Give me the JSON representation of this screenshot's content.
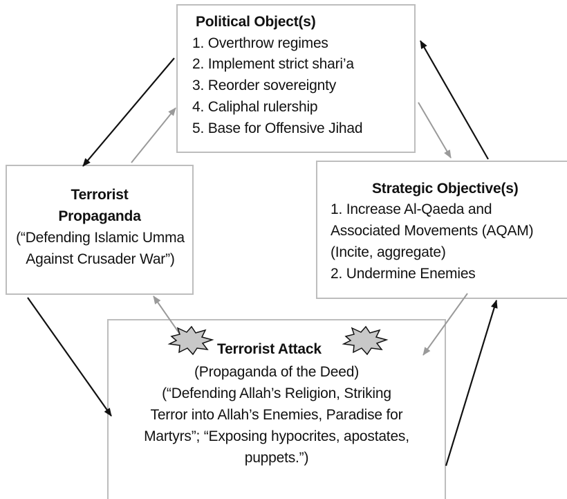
{
  "political": {
    "title": "Political Object(s)",
    "items": [
      "1. Overthrow regimes",
      "2. Implement strict shari’a",
      "3. Reorder sovereignty",
      "4. Caliphal rulership",
      "5. Base for Offensive Jihad"
    ]
  },
  "propaganda": {
    "title_line1": "Terrorist",
    "title_line2": "Propaganda",
    "line1": "(“Defending Islamic Umma",
    "line2": "Against Crusader War”)"
  },
  "strategic": {
    "title": "Strategic Objective(s)",
    "lines": [
      "1. Increase Al-Qaeda  and",
      "Associated Movements (AQAM)",
      "(Incite, aggregate)",
      "2. Undermine Enemies"
    ]
  },
  "attack": {
    "title": "Terrorist Attack",
    "lines": [
      "(Propaganda of the Deed)",
      "(“Defending Allah’s Religion, Striking",
      "Terror into Allah’s Enemies, Paradise for",
      "Martyrs”; “Exposing hypocrites, apostates,",
      "puppets.”)"
    ]
  },
  "colors": {
    "black_arrow": "#111111",
    "gray_arrow": "#9a9a9a",
    "box_border": "#bdbdbd",
    "burst_fill": "#c8c8c8"
  }
}
